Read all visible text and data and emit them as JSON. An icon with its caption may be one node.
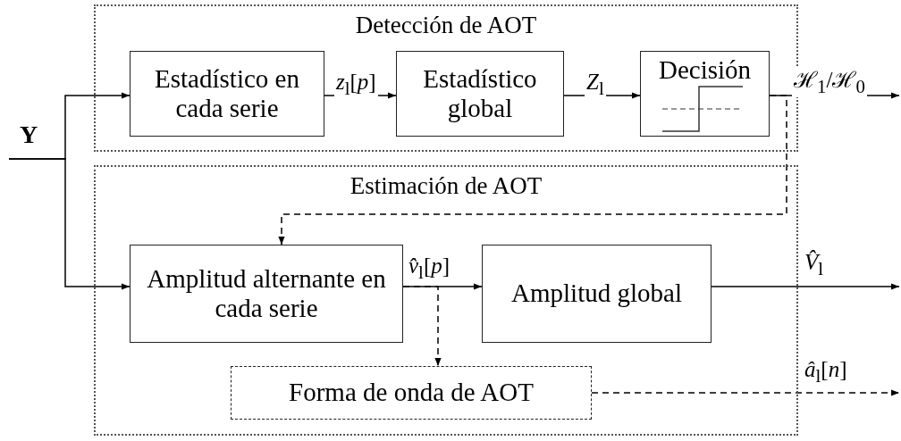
{
  "diagram": {
    "nodes": [
      {
        "text": [
          "Detección de AOT"
        ]
      },
      {
        "text": [
          "Estadístico en cada serie"
        ],
        "in": 0
      },
      {
        "text": [
          "Estadístico global"
        ],
        "in": 0
      },
      {
        "text": [
          "Decisión"
        ],
        "in": 0
      },
      {
        "text": [
          "Estimación de AOT"
        ]
      },
      {
        "text": [
          "Amplitud alternante en cada serie"
        ],
        "in": 4
      },
      {
        "text": [
          "Amplitud global"
        ],
        "in": 4
      },
      {
        "text": [
          "Forma de onda de AOT"
        ],
        "in": 4
      }
    ],
    "edges": [
      {
        "from": null,
        "to": 1,
        "arrow": "to",
        "label": "Y"
      },
      {
        "from": null,
        "to": 5,
        "arrow": "to"
      },
      {
        "from": 1,
        "to": 2,
        "arrow": "to",
        "label": "*z*$_{l}$[*p*]"
      },
      {
        "from": 2,
        "to": 3,
        "arrow": "to",
        "label": "*Z*$_{l}$"
      },
      {
        "from": 3,
        "to": null,
        "arrow": "to",
        "label": "ℋ$_{1}$/ℋ$_{0}$"
      },
      {
        "from": 3,
        "to": 5,
        "arrow": "to",
        "style": "dashed"
      },
      {
        "from": 5,
        "to": 6,
        "arrow": "to",
        "label": "*v̂*$_{l}$[*p*]"
      },
      {
        "from": 5,
        "to": 7,
        "arrow": "to",
        "style": "dashed"
      },
      {
        "from": 6,
        "to": null,
        "arrow": "to",
        "label": "*V̂*$_{l}$"
      },
      {
        "from": 7,
        "to": null,
        "arrow": "to",
        "style": "dashed",
        "label": "*â*$_{l}$[*n*]"
      }
    ]
  }
}
